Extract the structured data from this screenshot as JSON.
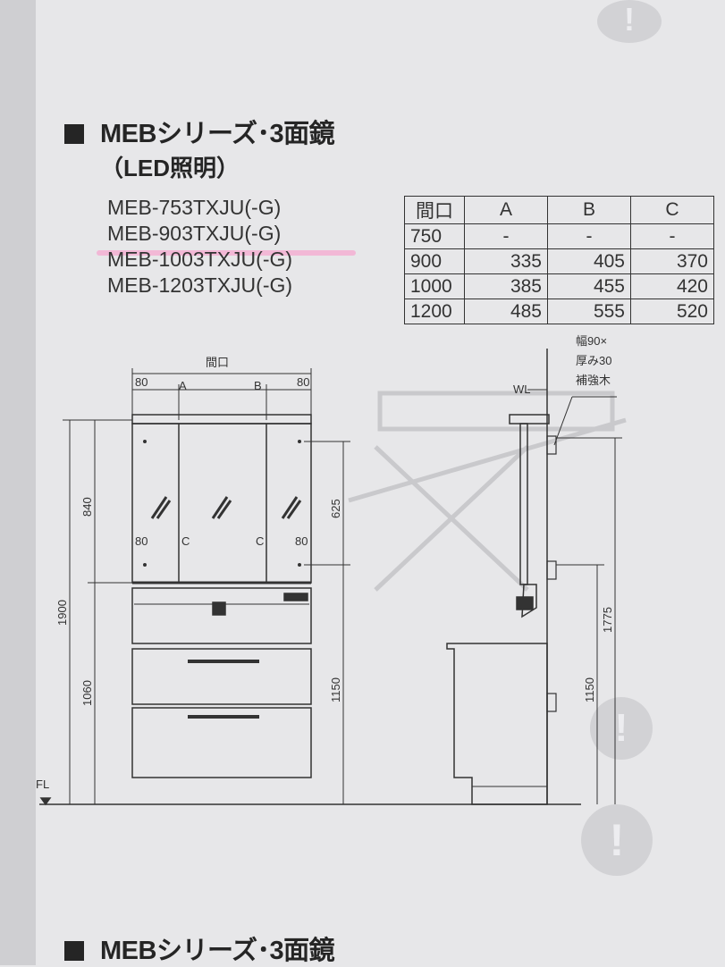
{
  "section": {
    "title": "MEBシリーズ･3面鏡",
    "subtitle": "（LED照明）"
  },
  "models": [
    "MEB-753TXJU(-G)",
    "MEB-903TXJU(-G)",
    "MEB-1003TXJU(-G)",
    "MEB-1203TXJU(-G)"
  ],
  "highlighted_model": "MEB-903TXJU(-G)",
  "table": {
    "headers": [
      "間口",
      "A",
      "B",
      "C"
    ],
    "rows": [
      [
        "750",
        "-",
        "-",
        "-"
      ],
      [
        "900",
        "335",
        "405",
        "370"
      ],
      [
        "1000",
        "385",
        "455",
        "420"
      ],
      [
        "1200",
        "485",
        "555",
        "520"
      ]
    ]
  },
  "front_view": {
    "width_label": "間口",
    "top_dims": [
      "80",
      "A",
      "B",
      "80"
    ],
    "mid_dims": [
      "80",
      "C",
      "C",
      "80"
    ],
    "left_dims": [
      "1900",
      "840",
      "1060"
    ],
    "right_dims": [
      "625",
      "1150"
    ],
    "floor_label": "FL"
  },
  "side_view": {
    "wl_label": "WL",
    "note_lines": [
      "幅90×",
      "厚み30",
      "補強木"
    ],
    "right_dims": [
      "1775",
      "1150"
    ]
  },
  "next_section": {
    "title": "MEBシリーズ･3面鏡"
  },
  "icon_marks": [
    "!",
    "!",
    "!"
  ],
  "colors": {
    "background": "#e7e7e9",
    "ink": "#2b2b2b",
    "highlight": "#f2b8d6"
  }
}
